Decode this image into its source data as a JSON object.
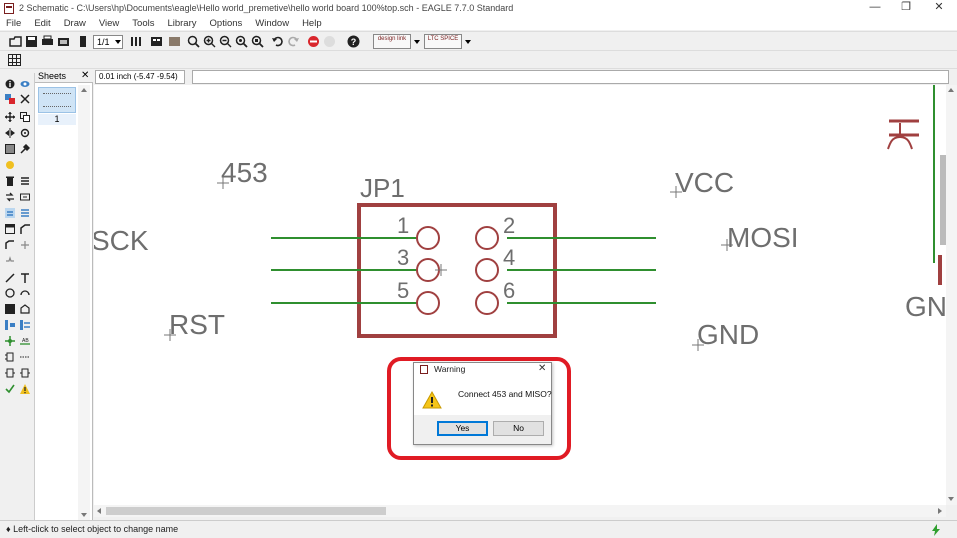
{
  "window": {
    "title": "2 Schematic - C:\\Users\\hp\\Documents\\eagle\\Hello world_premetive\\hello world board 100%top.sch - EAGLE 7.7.0 Standard",
    "min_glyph": "—",
    "max_glyph": "❐",
    "close_glyph": "✕"
  },
  "menu": [
    "File",
    "Edit",
    "Draw",
    "View",
    "Tools",
    "Library",
    "Options",
    "Window",
    "Help"
  ],
  "toolbar": {
    "sheet_select": "1/1",
    "design_link_label": "design link",
    "spice_label": "LTC SPICE"
  },
  "sheets_panel": {
    "tab_label": "Sheets",
    "close_glyph": "✕",
    "sheet_number": "1"
  },
  "coordinate_display": "0.01 inch (-5.47 -9.54)",
  "schematic": {
    "part_name": "JP1",
    "pin_numbers": [
      "1",
      "2",
      "3",
      "4",
      "5",
      "6"
    ],
    "net_labels": [
      "453",
      "SCK",
      "RST",
      "VCC",
      "MOSI",
      "GND",
      "GN"
    ],
    "colors": {
      "body_outline": "#a04040",
      "wire": "#2f8f2f",
      "text": "#6e6e6e"
    }
  },
  "dialog": {
    "title": "Warning",
    "message": "Connect 453 and MISO?",
    "yes_label": "Yes",
    "no_label": "No",
    "close_glyph": "✕",
    "highlight_color": "#e01b24"
  },
  "status_bar": {
    "message": "♦ Left-click to select object to change name"
  }
}
